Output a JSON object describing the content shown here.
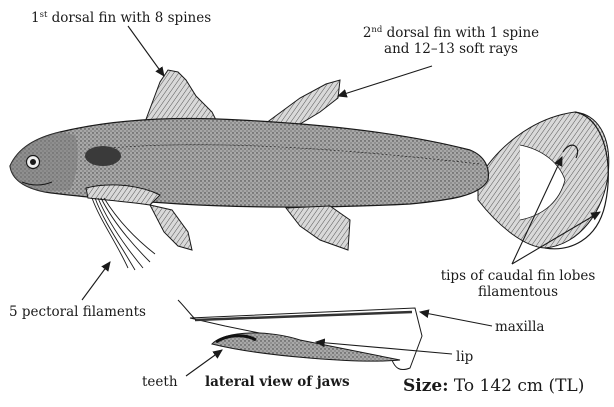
{
  "labels": {
    "dorsal1": {
      "sup_prefix": "1",
      "sup": "st",
      "text": " dorsal fin with 8 spines"
    },
    "dorsal2": {
      "sup_prefix": "2",
      "sup": "nd",
      "text": " dorsal fin with 1 spine",
      "line2": "and 12–13 soft rays"
    },
    "caudal_line1": "tips of caudal fin lobes",
    "caudal_line2": "filamentous",
    "pectoral": "5 pectoral filaments",
    "maxilla": "maxilla",
    "lip": "lip",
    "teeth": "teeth",
    "jaws_caption": "lateral view of jaws",
    "size_label": "Size:",
    "size_value": " To 142 cm (TL)"
  },
  "colors": {
    "ink": "#1a1a1a",
    "body_shade": "#8e8e8e",
    "light_shade": "#cfcfcf",
    "background": "#ffffff"
  }
}
